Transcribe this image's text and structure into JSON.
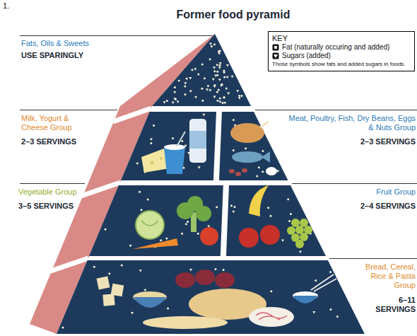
{
  "diagram": {
    "title": "Former food pyramid",
    "nodes": [
      {
        "text": [
          "Fats, Oils & Sweets",
          "USE SPARINGLY"
        ]
      },
      {
        "text": [
          "Milk, Yogurt & Cheese Group",
          "2–3 SERVINGS"
        ]
      },
      {
        "text": [
          "Meat, Poultry, Fish, Dry Beans, Eggs & Nuts Group",
          "2–3 SERVINGS"
        ]
      },
      {
        "text": [
          "Vegetable Group",
          "3–5 SERVINGS"
        ]
      },
      {
        "text": [
          "Fruit Group",
          "2–4 SERVINGS"
        ]
      },
      {
        "text": [
          "Bread, Cereal, Rice & Pasta Group",
          "6–11 SERVINGS"
        ]
      }
    ],
    "labels": [
      "1.",
      "KEY",
      "Those symbols show fats and added sugars in foods."
    ],
    "legend": [
      {
        "text": "Fat (naturally occuring and added)"
      },
      {
        "text": "Sugars (added)"
      }
    ]
  }
}
